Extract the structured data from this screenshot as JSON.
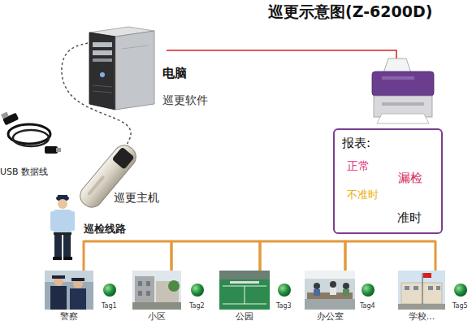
{
  "diagram": {
    "title": "巡更示意图(Z-6200D)",
    "nodes": [
      {
        "text": [
          "电脑",
          "巡更软件"
        ]
      },
      {
        "text": [
          "巡更主机"
        ]
      },
      {
        "text": [
          "报表:",
          "正常",
          "漏检",
          "不准时",
          "准时"
        ]
      },
      {
        "text": [
          "警察"
        ]
      },
      {
        "text": [
          "小区"
        ]
      },
      {
        "text": [
          "公园"
        ]
      },
      {
        "text": [
          "办公室"
        ]
      },
      {
        "text": [
          "学校..."
        ]
      }
    ],
    "edges": [
      {
        "from": 0,
        "to": 1,
        "arrow": "none"
      },
      {
        "from": 3,
        "to": 4,
        "arrow": "none"
      },
      {
        "from": 4,
        "to": 5,
        "arrow": "none"
      },
      {
        "from": 5,
        "to": 6,
        "arrow": "none"
      },
      {
        "from": 6,
        "to": 7,
        "arrow": "none"
      }
    ],
    "labels": [
      "USB 数据线",
      "巡检线路",
      "Tag1",
      "Tag2",
      "Tag3",
      "Tag4",
      "Tag5"
    ]
  }
}
